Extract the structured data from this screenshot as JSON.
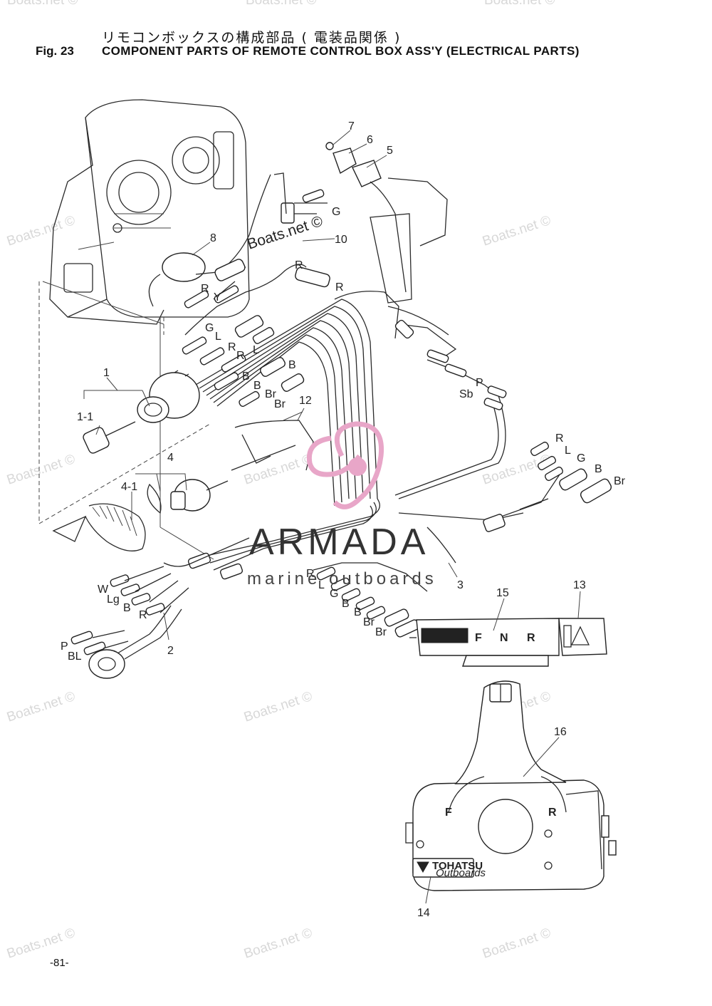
{
  "header": {
    "title_jp": "リモコンボックスの構成部品 ( 電装品関係 )",
    "fig_number": "Fig. 23",
    "title_en": "COMPONENT PARTS OF REMOTE CONTROL BOX ASS'Y (ELECTRICAL PARTS)"
  },
  "callouts": [
    "1",
    "1-1",
    "2",
    "3",
    "4",
    "4-1",
    "5",
    "6",
    "7",
    "8",
    "10",
    "12",
    "13",
    "14",
    "15",
    "16"
  ],
  "wire_labels": {
    "top": [
      "G",
      "R",
      "R",
      "R",
      "Y"
    ],
    "middle": [
      "G",
      "L",
      "R",
      "R",
      "L",
      "B",
      "B",
      "B",
      "Br",
      "Br"
    ],
    "right_upper": [
      "P",
      "Sb"
    ],
    "right_harness": [
      "R",
      "L",
      "G",
      "B",
      "Br"
    ],
    "left_harness": [
      "W",
      "Lg",
      "B",
      "R",
      "P",
      "BL"
    ],
    "lower_harness": [
      "R",
      "L",
      "G",
      "B",
      "B",
      "Br",
      "Br"
    ]
  },
  "shift_indicator": [
    "F",
    "N",
    "R"
  ],
  "lever_marks": [
    "F",
    "R"
  ],
  "brand": {
    "name": "TOHATSU",
    "sub": "Outboards"
  },
  "watermarks": {
    "text": "Boats.net ©",
    "logo_name": "ARMADA",
    "logo_sub": "marine outboards",
    "logo_color": "#e8a6c8"
  },
  "page_number": "-81-"
}
